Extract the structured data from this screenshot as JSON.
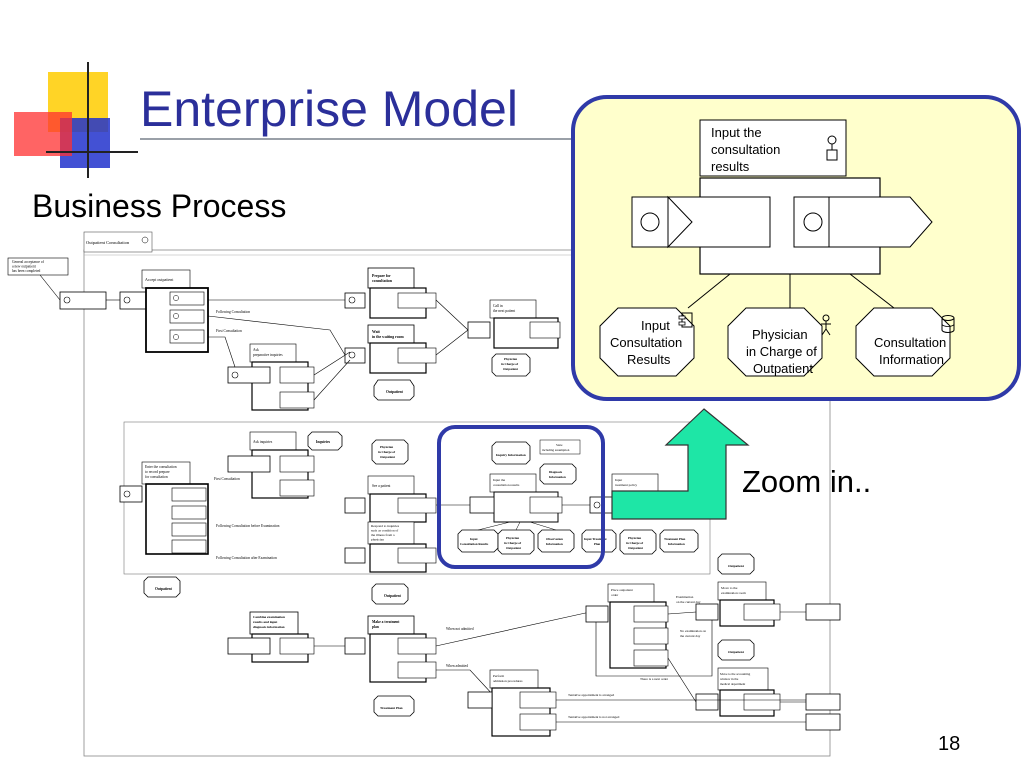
{
  "slide": {
    "title": "Enterprise Model",
    "subtitle": "Business Process",
    "zoom_label": "Zoom in..",
    "page_number": "18"
  },
  "colors": {
    "title": "#2b2f9a",
    "zoom_border": "#2f3aa8",
    "zoom_fill": "#ffffcc",
    "arrow": "#1ee6a6",
    "deco_yellow": "#ffd21a",
    "deco_red": "#ff3030",
    "deco_blue": "#2233cc"
  },
  "zoom": {
    "function_label": [
      "Input the",
      "consultation",
      "results"
    ],
    "nodes": [
      {
        "label": [
          "Input",
          "Consultation",
          "Results"
        ],
        "icon": "component-icon"
      },
      {
        "label": [
          "Physician",
          "in Charge of",
          "Outpatient"
        ],
        "icon": "person-icon"
      },
      {
        "label": [
          "Consultation",
          "Information"
        ],
        "icon": "database-icon"
      }
    ]
  },
  "diagram": {
    "outer_label": "Outpatient Consultation",
    "event_start": [
      "General acceptance of",
      "a new outpatient",
      "has been completed"
    ],
    "box_accept": "Accept outpatient",
    "box_prepare": [
      "Prepare for",
      "consultation"
    ],
    "box_wait": [
      "Wait",
      "in the waiting room"
    ],
    "box_call": [
      "Call in",
      "the next patient"
    ],
    "box_ask": [
      "Ask",
      "preparative inquiries"
    ],
    "lbl_following": "Following Consultation",
    "lbl_first": "First Consultation",
    "oct_outpatient": "Outpatient",
    "oct_physician_top": [
      "Physician",
      "in Charge of",
      "Outpatient"
    ],
    "box_enter": [
      "Enter the consultation",
      "to record prepare",
      "for consultation"
    ],
    "box_ask2": "Ask inquiries",
    "oct_inquiries": "Inquiries",
    "oct_physician2": [
      "Physician",
      "in Charge of",
      "Outpatient"
    ],
    "box_see": "See a patient",
    "box_respond": [
      "Respond to inquiries",
      "such as condition of",
      "the illness from a",
      "physician"
    ],
    "lbl_first2": "First Consultation",
    "lbl_before": "Following Consultation before Examination",
    "lbl_after": "Following Consultation after Examination",
    "oct_inquiry_info": "Inquiry Information",
    "note_state": [
      "State",
      "including assumption"
    ],
    "oct_diagnosis": [
      "Diagnosis",
      "Information"
    ],
    "box_input_small": [
      "Input the",
      "consultation results"
    ],
    "box_input_policy": [
      "Input",
      "treatment policy"
    ],
    "oct_input_results": [
      "Input",
      "Consultation Results"
    ],
    "oct_physician3": [
      "Physician",
      "in Charge of",
      "Outpatient"
    ],
    "oct_observation": [
      "Observation",
      "Information"
    ],
    "oct_input_treat": [
      "Input Treatment",
      "Plan"
    ],
    "oct_physician4": [
      "Physician",
      "in Charge of",
      "Outpatient"
    ],
    "oct_treat_info": [
      "Treatment Plan",
      "Information"
    ],
    "oct_outpatient2": "Outpatient",
    "oct_outpatient3": "Outpatient",
    "box_combine": [
      "Combine examination",
      "results and input",
      "diagnosis information"
    ],
    "box_treatment": [
      "Make a treatment",
      "plan"
    ],
    "lbl_not_admitted": "When not admitted",
    "lbl_admitted": "When admitted",
    "box_place": [
      "Place outpatient",
      "order"
    ],
    "lbl_exam": [
      "Examination",
      "on the current day"
    ],
    "lbl_noexam": [
      "No examination on",
      "the current day"
    ],
    "box_move": [
      "Move to the",
      "examination room"
    ],
    "oct_outpatient4": "Outpatient",
    "box_move2": [
      "Move to the accounting",
      "window in the",
      "medical department"
    ],
    "lbl_next": "There is a next order",
    "box_perform": [
      "Perform",
      "admission procedures"
    ],
    "lbl_tent_arr": "Tentative appointment is arranged",
    "lbl_tent_not": "Tentative appointment is not arranged",
    "oct_outpatient5": "Outpatient",
    "oct_treat_plan": "Treatment Plan"
  }
}
